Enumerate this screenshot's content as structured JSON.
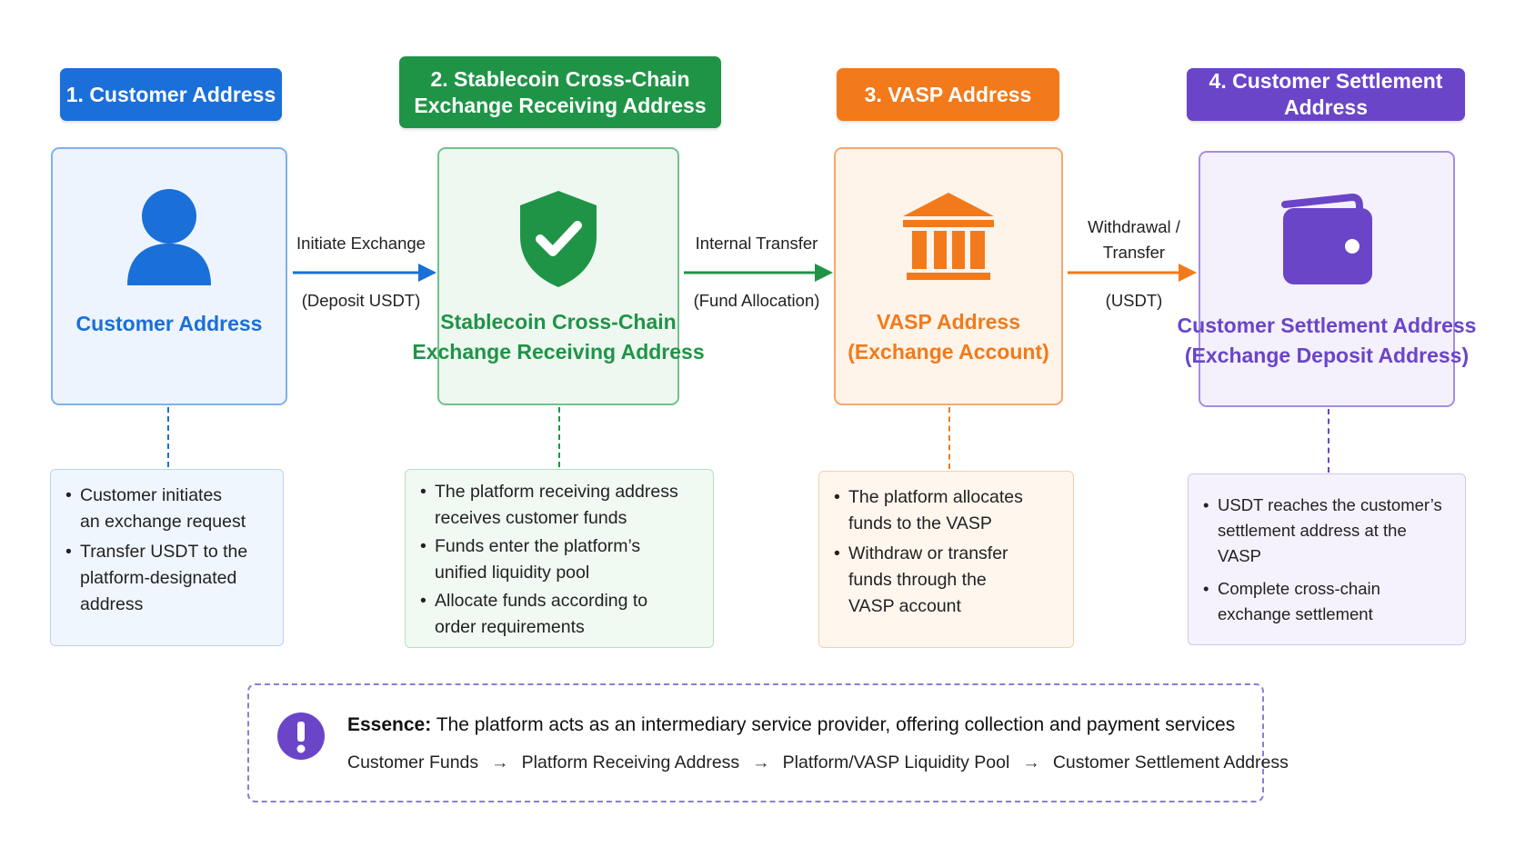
{
  "colors": {
    "blue": "#1a6fd8",
    "green": "#1f9447",
    "orange": "#f27a1a",
    "purple": "#6a45c8"
  },
  "headers": [
    {
      "label_line1": "1. Customer Address",
      "label_line2": ""
    },
    {
      "label_line1": "2. Stablecoin Cross-Chain",
      "label_line2": "Exchange Receiving Address"
    },
    {
      "label_line1": "3. VASP Address",
      "label_line2": ""
    },
    {
      "label_line1": "4. Customer Settlement Address",
      "label_line2": ""
    }
  ],
  "cards": [
    {
      "icon": "user-icon",
      "title_line1": "Customer Address",
      "title_line2": ""
    },
    {
      "icon": "shield-check-icon",
      "title_line1": "Stablecoin Cross-Chain",
      "title_line2": "Exchange Receiving Address"
    },
    {
      "icon": "bank-icon",
      "title_line1": "VASP Address",
      "title_line2": "(Exchange Account)"
    },
    {
      "icon": "wallet-icon",
      "title_line1": "Customer Settlement Address",
      "title_line2": "(Exchange Deposit Address)"
    }
  ],
  "arrows": [
    {
      "top_line1": "Initiate Exchange",
      "top_line2": "",
      "bottom": "(Deposit USDT)"
    },
    {
      "top_line1": "Internal Transfer",
      "top_line2": "",
      "bottom": "(Fund Allocation)"
    },
    {
      "top_line1": "Withdrawal /",
      "top_line2": "Transfer",
      "bottom": "(USDT)"
    }
  ],
  "notes": [
    {
      "items": [
        {
          "line1": "Customer initiates",
          "line2": "an exchange request",
          "line3": ""
        },
        {
          "line1": "Transfer USDT to the",
          "line2": "platform-designated",
          "line3": "address"
        }
      ]
    },
    {
      "items": [
        {
          "line1": "The platform receiving address",
          "line2": "receives customer funds",
          "line3": ""
        },
        {
          "line1": "Funds enter the platform’s",
          "line2": "unified liquidity pool",
          "line3": ""
        },
        {
          "line1": "Allocate funds according to",
          "line2": "order requirements",
          "line3": ""
        }
      ]
    },
    {
      "items": [
        {
          "line1": "The platform allocates",
          "line2": "funds to the VASP",
          "line3": ""
        },
        {
          "line1": "Withdraw or transfer",
          "line2": "funds through the",
          "line3": "VASP account"
        }
      ]
    },
    {
      "items": [
        {
          "line1": "USDT reaches the customer’s",
          "line2": "settlement address at the VASP",
          "line3": ""
        },
        {
          "line1": "Complete cross-chain",
          "line2": "exchange settlement",
          "line3": ""
        }
      ]
    }
  ],
  "essence": {
    "icon": "exclamation-icon",
    "label": "Essence:",
    "text": "The platform acts as an intermediary service provider, offering collection and payment services",
    "flow": [
      "Customer Funds",
      "Platform Receiving Address",
      "Platform/VASP Liquidity Pool",
      "Customer Settlement Address"
    ],
    "separator": "→"
  }
}
